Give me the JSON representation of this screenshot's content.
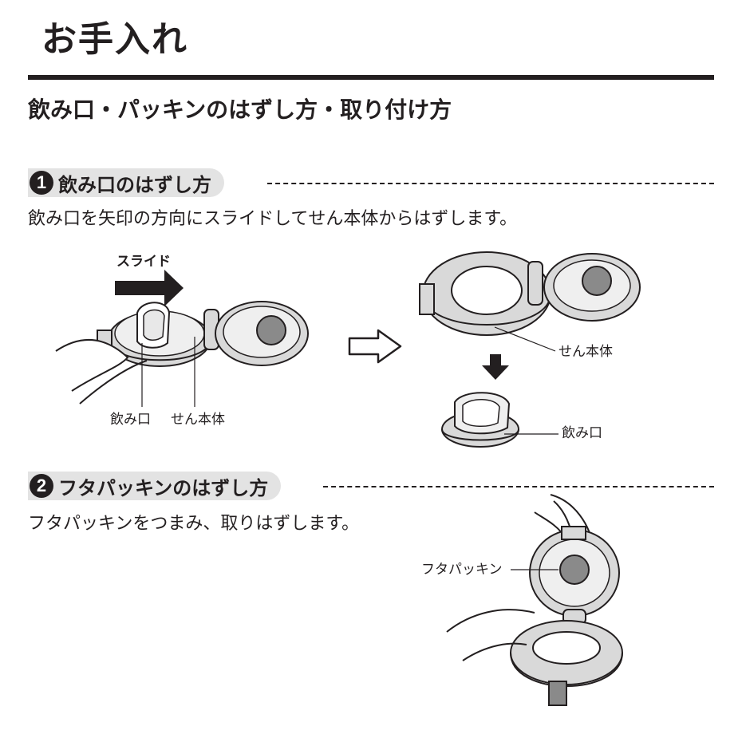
{
  "page_title": "お手入れ",
  "section_title": "飲み口・パッキンのはずし方・取り付け方",
  "steps": [
    {
      "number": "1",
      "title": "飲み口のはずし方",
      "description": "飲み口を矢印の方向にスライドしてせん本体からはずします。",
      "labels": {
        "slide": "スライド",
        "mouthpiece": "飲み口",
        "body": "せん本体"
      }
    },
    {
      "number": "2",
      "title": "フタパッキンのはずし方",
      "description": "フタパッキンをつまみ、取りはずします。",
      "labels": {
        "lid_packing": "フタパッキン"
      }
    }
  ]
}
